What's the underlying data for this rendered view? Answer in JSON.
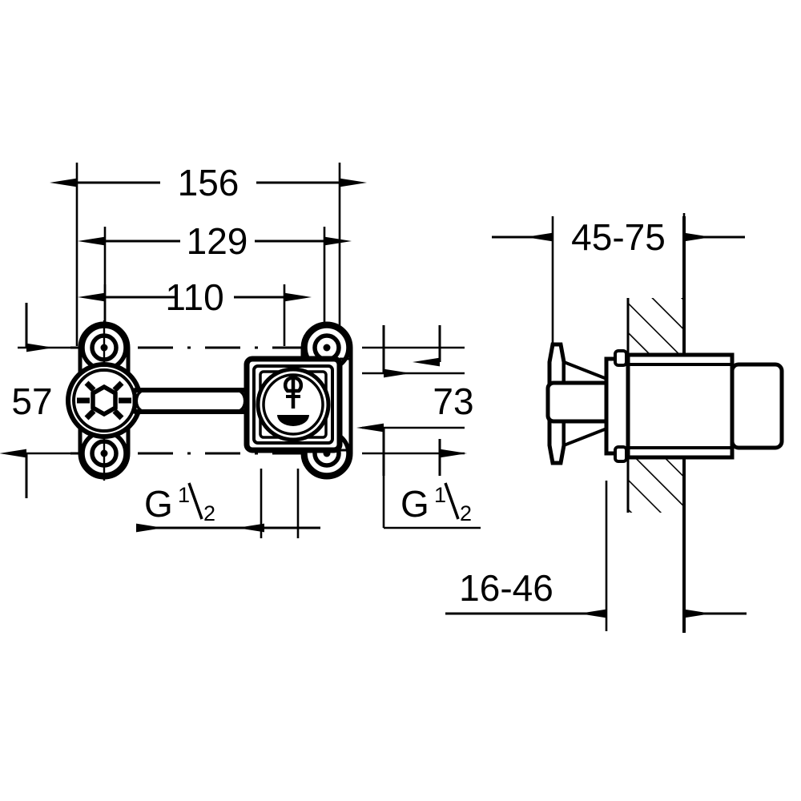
{
  "drawing": {
    "title": "Concealed wall-mount valve body installation drawing",
    "background_color": "#ffffff",
    "line_color": "#000000",
    "views": [
      {
        "name": "front-view",
        "description": "Front elevation of rough-in valve body with round mounting flange, connecting pipe and square valve housing"
      },
      {
        "name": "section-view",
        "description": "Cross section through finished wall showing escutcheon, trim sleeve and valve cartridge"
      }
    ]
  },
  "dimensions": {
    "width_overall": "156",
    "width_middle": "129",
    "width_inner": "110",
    "height_left": "57",
    "height_right": "73",
    "thread_left": "G",
    "thread_left_num": "1",
    "thread_left_den": "2",
    "thread_right": "G",
    "thread_right_num": "1",
    "thread_right_den": "2",
    "wall_depth_range": "45-75",
    "projection_range": "16-46"
  },
  "units": {
    "system": "mm"
  },
  "colors": {
    "line": "#000000",
    "background": "#ffffff"
  }
}
